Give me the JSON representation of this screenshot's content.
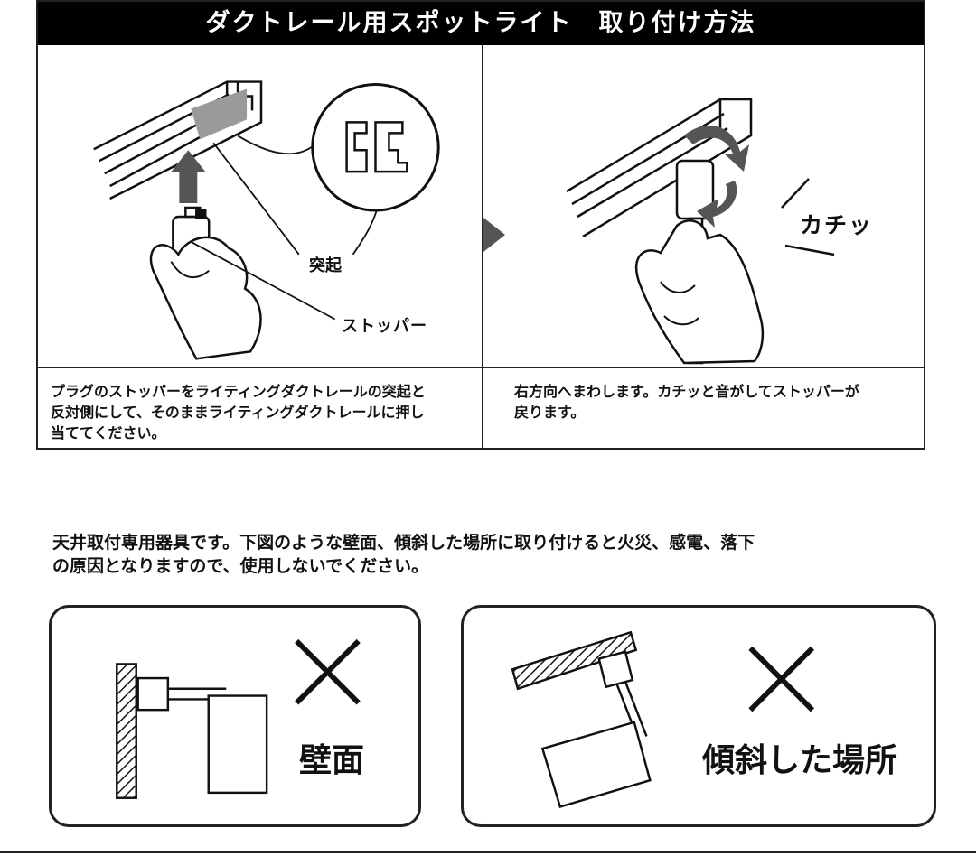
{
  "header": {
    "title": "ダクトレール用スポットライト　取り付け方法"
  },
  "steps": [
    {
      "labels": {
        "protrusion": "突起",
        "stopper": "ストッパー"
      },
      "caption": "プラグのストッパーをライティングダクトレールの突起と\n反対側にして、そのままライティングダクトレールに押し\n当ててください。"
    },
    {
      "labels": {
        "sound": "カチッ"
      },
      "caption": "右方向へまわします。カチッと音がしてストッパーが\n戻ります。"
    }
  ],
  "warning": {
    "text": "天井取付専用器具です。下図のような壁面、傾斜した場所に取り付けると火災、感電、落下\nの原因となりますので、使用しないでください。"
  },
  "prohibited": [
    {
      "label": "壁面",
      "mark": "x-mark-icon"
    },
    {
      "label": "傾斜した場所",
      "mark": "x-mark-icon"
    }
  ],
  "colors": {
    "ink": "#111111",
    "title_bg": "#000000",
    "title_fg": "#ffffff",
    "accent_gray": "#555555",
    "highlight_gray": "#9a9a9a"
  }
}
